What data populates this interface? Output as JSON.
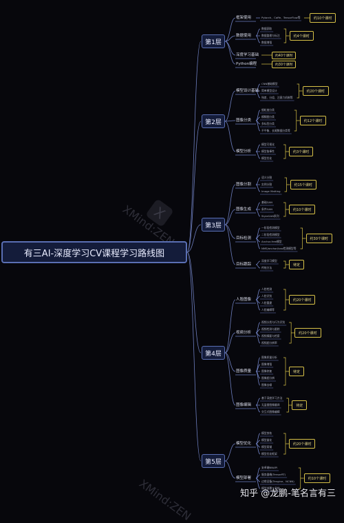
{
  "title": "有三AI-深度学习CV课程学习路线图",
  "watermark": "XMind:ZEN",
  "watermark_logo": "X",
  "credit": "知乎 @龙鹏-笔名言有三",
  "layers": [
    {
      "label": "第1层",
      "topics": [
        {
          "label": "框架使用",
          "leaves": [
            "Pytorch、Caffe、TensorFlow等"
          ],
          "note": "约10个课时"
        },
        {
          "label": "数据使用",
          "leaves": [
            "数据获取",
            "数据整理与标注",
            "数据增强"
          ],
          "note": "约4个课时"
        },
        {
          "label": "深度学习基础",
          "leaves": [],
          "note": "约40个课时"
        },
        {
          "label": "Python编程",
          "leaves": [],
          "note": "约30个课时"
        }
      ]
    },
    {
      "label": "第2层",
      "topics": [
        {
          "label": "模型设计基础",
          "leaves": [
            "CNN基础模型",
            "简单模型设计",
            "残差、分组、注意力机制等"
          ],
          "note": "约20个课时"
        },
        {
          "label": "图像分类",
          "leaves": [
            "细粒度分类",
            "模糊图分类",
            "多标签分类",
            "不平衡、长尾数据分类等"
          ],
          "note": "约12个课时"
        },
        {
          "label": "模型分析",
          "leaves": [
            "模型可视化",
            "模型鲁棒性",
            "模型优化"
          ],
          "note": "约3个课时"
        }
      ]
    },
    {
      "label": "第3层",
      "topics": [
        {
          "label": "图像分割",
          "leaves": [
            "语义分割",
            "实例分割",
            "Image Matting"
          ],
          "note": "约15个课时"
        },
        {
          "label": "图像生成",
          "leaves": [
            "基础GAN",
            "条件GAN",
            "StyleGAN系列"
          ],
          "note": "约10个课时"
        },
        {
          "label": "目标检测",
          "leaves": [
            "一阶段检测模型",
            "二阶段检测模型",
            "Anchor-free模型",
            "NMS/anchor/loss检测模型等"
          ],
          "note": "约30个课时"
        },
        {
          "label": "目标跟踪",
          "leaves": [
            "深度学习模型",
            "传统方法"
          ],
          "note": "待定"
        }
      ]
    },
    {
      "label": "第4层",
      "topics": [
        {
          "label": "人脸图像",
          "leaves": [
            "人脸检测",
            "人脸识别",
            "人脸重建",
            "人脸编辑等"
          ],
          "note": "约20个课时"
        },
        {
          "label": "视频分析",
          "leaves": [
            "视频分类与行为识别",
            "视频检测与跟踪",
            "视频摘要与检索",
            "视频超分辨率"
          ],
          "note": "约20个课时"
        },
        {
          "label": "图像质量",
          "leaves": [
            "图像质量分析",
            "图像增强",
            "图像修复",
            "图像超分辨",
            "图像去噪"
          ],
          "note": "待定"
        },
        {
          "label": "图像编辑",
          "leaves": [
            "基于深度学习方法",
            "无监督图像翻译",
            "交互式图像编辑"
          ],
          "note": "待定"
        }
      ]
    },
    {
      "label": "第5层",
      "topics": [
        {
          "label": "模型优化",
          "leaves": [
            "模型剪枝",
            "模型量化",
            "模型蒸馏",
            "模型优化框架"
          ],
          "note": "约20个课时"
        },
        {
          "label": "模型部署",
          "leaves": [
            "安卓端NNAPI",
            "服务器端(TensorRT)",
            "边缘设备(Tengine、NCNN)",
            "模型部署工具链"
          ],
          "note": "约10个课时"
        }
      ]
    }
  ]
}
